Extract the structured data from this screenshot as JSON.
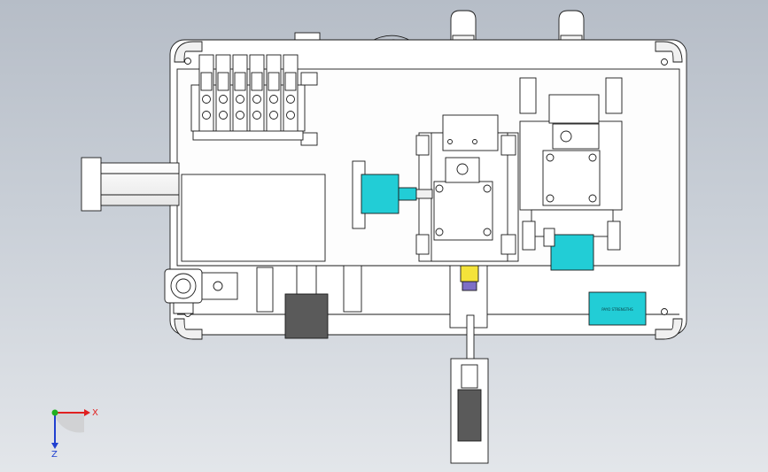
{
  "viewport": {
    "background_top": "#b6bdc7",
    "background_bottom": "#e3e6ea"
  },
  "assembly": {
    "line_color": "#1a1a1a",
    "part_fill": "#ffffff",
    "accent_cyan": "#22cdd6",
    "accent_yellow": "#f4e33a",
    "accent_purple": "#7d6fc6",
    "dark_block": "#5a5a5a",
    "nameplate_text": "PAYO STRENGTHS"
  },
  "triad": {
    "x_label": "X",
    "z_label": "Z",
    "x_color": "#e02020",
    "y_color": "#20b020",
    "z_color": "#2040d0"
  }
}
